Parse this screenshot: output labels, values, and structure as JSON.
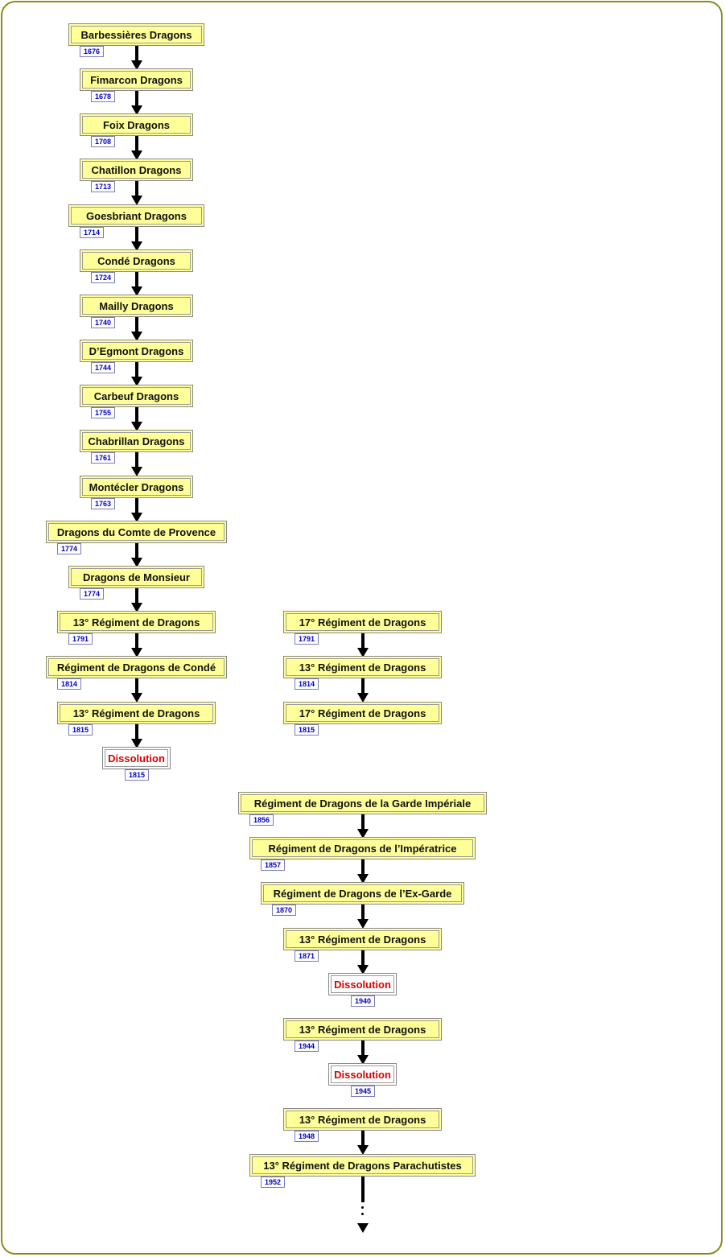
{
  "left_column": [
    {
      "label": "Barbessières Dragons",
      "year": "1676"
    },
    {
      "label": "Fimarcon Dragons",
      "year": "1678"
    },
    {
      "label": "Foix Dragons",
      "year": "1708"
    },
    {
      "label": "Chatillon Dragons",
      "year": "1713"
    },
    {
      "label": "Goesbriant Dragons",
      "year": "1714"
    },
    {
      "label": "Condé Dragons",
      "year": "1724"
    },
    {
      "label": "Mailly Dragons",
      "year": "1740"
    },
    {
      "label": "D’Egmont Dragons",
      "year": "1744"
    },
    {
      "label": "Carbeuf Dragons",
      "year": "1755"
    },
    {
      "label": "Chabrillan Dragons",
      "year": "1761"
    },
    {
      "label": "Montécler Dragons",
      "year": "1763"
    },
    {
      "label": "Dragons du Comte de Provence",
      "year": "1774"
    },
    {
      "label": "Dragons de Monsieur",
      "year": "1774"
    },
    {
      "label": "13° Régiment de Dragons",
      "year": "1791"
    },
    {
      "label": "Régiment de Dragons de Condé",
      "year": "1814"
    },
    {
      "label": "13° Régiment de Dragons",
      "year": "1815"
    },
    {
      "label": "Dissolution",
      "year": "1815"
    }
  ],
  "right_upper": [
    {
      "label": "17° Régiment de Dragons",
      "year": "1791"
    },
    {
      "label": "13° Régiment de Dragons",
      "year": "1814"
    },
    {
      "label": "17° Régiment de Dragons",
      "year": "1815"
    }
  ],
  "right_lower": [
    {
      "label": "Régiment de Dragons de la Garde Impériale",
      "year": "1856"
    },
    {
      "label": "Régiment de Dragons de l’Impératrice",
      "year": "1857"
    },
    {
      "label": "Régiment de Dragons de l’Ex-Garde",
      "year": "1870"
    },
    {
      "label": "13° Régiment de Dragons",
      "year": "1871"
    },
    {
      "label": "Dissolution",
      "year": "1940"
    },
    {
      "label": "13° Régiment de Dragons",
      "year": "1944"
    },
    {
      "label": "Dissolution",
      "year": "1945"
    },
    {
      "label": "13° Régiment de Dragons",
      "year": "1948"
    },
    {
      "label": "13° Régiment de Dragons Parachutistes",
      "year": "1952"
    }
  ]
}
